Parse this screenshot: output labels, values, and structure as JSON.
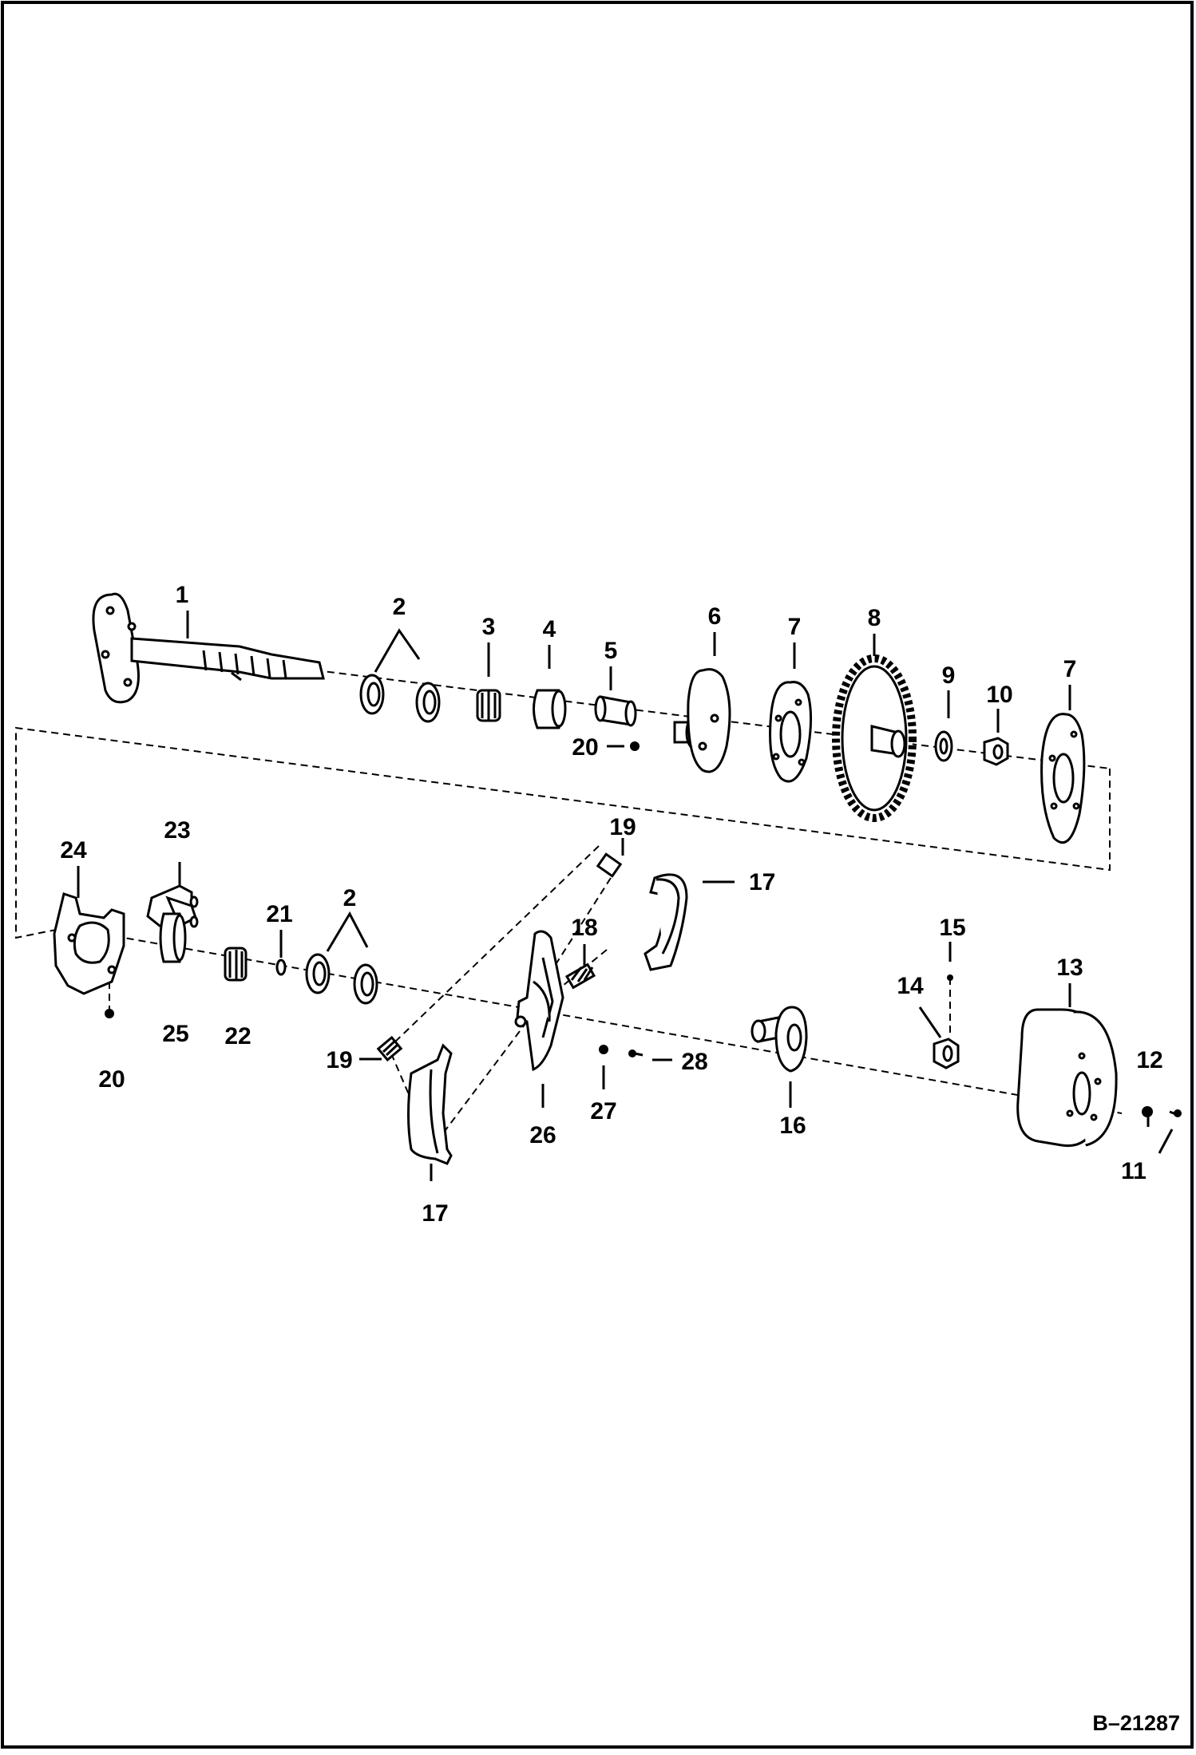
{
  "figure_ref": "B–21287",
  "callouts": {
    "c1": "1",
    "c2a": "2",
    "c3": "3",
    "c4": "4",
    "c5": "5",
    "c6": "6",
    "c7a": "7",
    "c8": "8",
    "c9": "9",
    "c10": "10",
    "c7b": "7",
    "c20a": "20",
    "c24": "24",
    "c23": "23",
    "c21": "21",
    "c2b": "2",
    "c25": "25",
    "c22": "22",
    "c20b": "20",
    "c19a": "19",
    "c17a": "17",
    "c18": "18",
    "c15": "15",
    "c13": "13",
    "c14": "14",
    "c19b": "19",
    "c26": "26",
    "c27": "27",
    "c28": "28",
    "c16": "16",
    "c12": "12",
    "c11": "11",
    "c17b": "17"
  }
}
